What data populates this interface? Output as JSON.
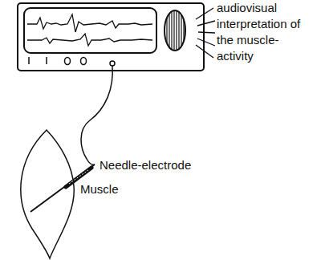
{
  "diagram": {
    "labels": [
      "audiovisual interpretation of the muscle-activity",
      "Needle-electrode",
      "Muscle"
    ]
  }
}
